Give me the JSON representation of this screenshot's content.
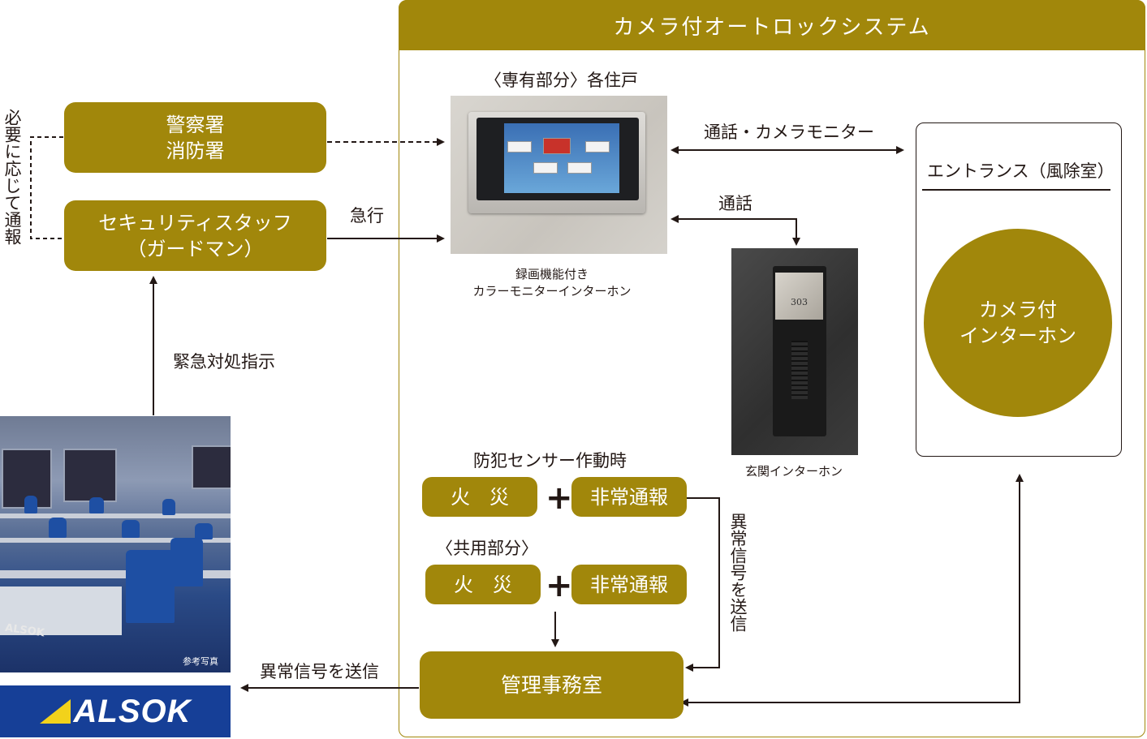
{
  "system_title": "カメラ付オートロックシステム",
  "left": {
    "police_fire": "警察署\n消防署",
    "security_staff": "セキュリティスタッフ\n（ガードマン）",
    "notify_vertical": "必要に応じて通報",
    "rush_label": "急行",
    "emergency_instruction": "緊急対処指示",
    "photo_caption": "参考写真",
    "photo_brand": "ALSOK",
    "logo_text": "ALSOK",
    "send_signal_label": "異常信号を送信"
  },
  "private_area": {
    "title": "〈専有部分〉各住戸",
    "monitor_caption": "録画機能付き\nカラーモニターインターホン",
    "call_camera_label": "通話・カメラモニター",
    "call_label": "通話",
    "door_caption": "玄関インターホン",
    "door_number": "303"
  },
  "entrance": {
    "title": "エントランス（風除室）",
    "camera_intercom": "カメラ付\nインターホン"
  },
  "sensors": {
    "title": "防犯センサー作動時",
    "fire1": "火　災",
    "emergency1": "非常通報",
    "common_title": "〈共用部分〉",
    "fire2": "火　災",
    "emergency2": "非常通報",
    "send_vertical": "異常信号を送信"
  },
  "management_office": "管理事務室",
  "colors": {
    "accent": "#a1870b",
    "text": "#231815",
    "logo_bg": "#163f97"
  }
}
